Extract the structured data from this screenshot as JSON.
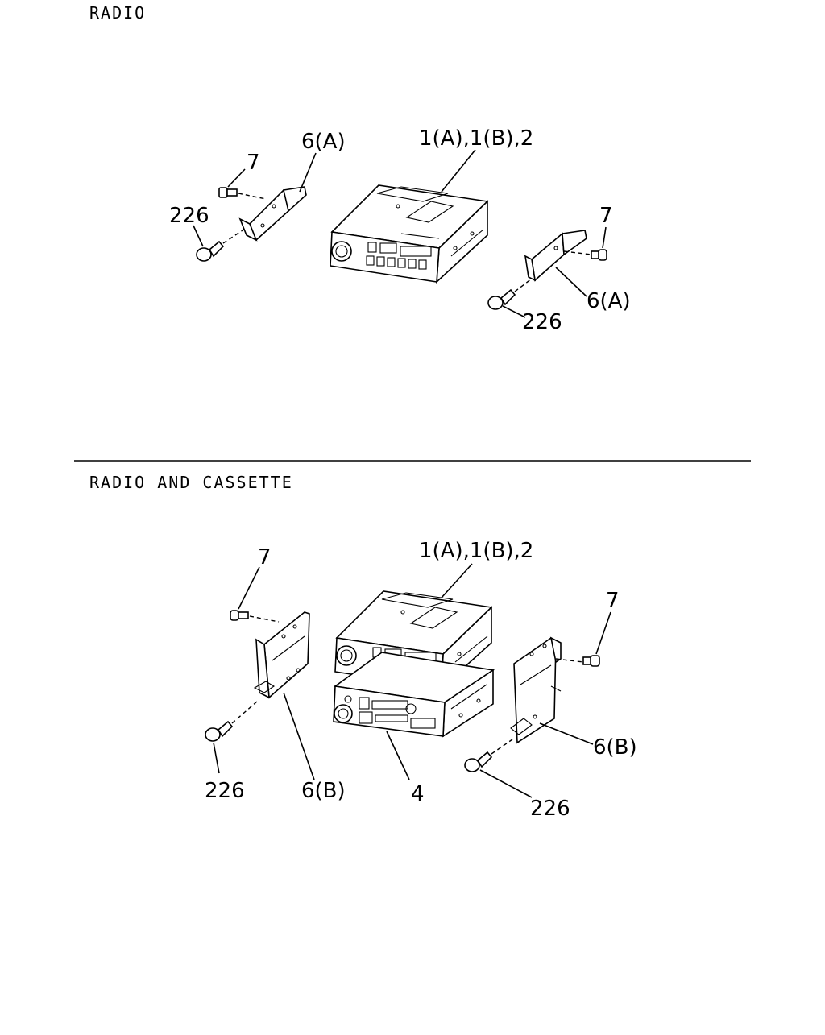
{
  "sections": {
    "radio": {
      "title": "RADIO",
      "labels": {
        "unit": "1(A),1(B),2",
        "bracket_left": "6(A)",
        "screw_left": "7",
        "bolt_left": "226",
        "screw_right": "7",
        "bracket_right": "6(A)",
        "bolt_right": "226"
      }
    },
    "radio_cassette": {
      "title": "RADIO AND CASSETTE",
      "labels": {
        "unit": "1(A),1(B),2",
        "screw_left": "7",
        "screw_right": "7",
        "bolt_left": "226",
        "bracket_left": "6(B)",
        "cassette": "4",
        "bracket_right": "6(B)",
        "bolt_right": "226"
      }
    }
  }
}
